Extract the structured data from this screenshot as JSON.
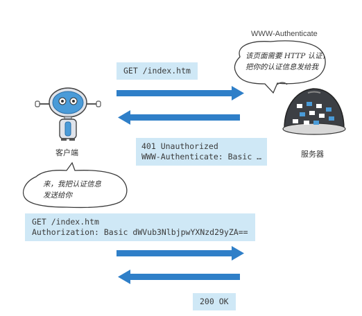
{
  "server_header": "WWW-Authenticate",
  "server_bubble": "该页面需要 HTTP 认证，\n把你的认证信息发给我",
  "client_label": "客户端",
  "server_label": "服务器",
  "request1": "GET /index.htm",
  "response1": "401 Unauthorized\nWWW-Authenticate: Basic …",
  "client_bubble": "来，我把认证信息\n发送给你",
  "request2": "GET /index.htm\nAuthorization: Basic dWVub3NlbjpwYXNzd29yZA==",
  "response2": "200 OK",
  "colors": {
    "arrow_blue": "#2f7fc8",
    "label_bg": "#cfe8f6"
  }
}
